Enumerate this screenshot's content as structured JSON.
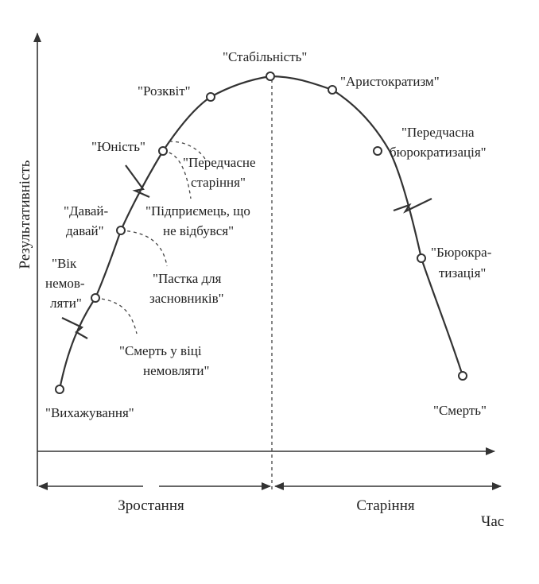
{
  "axes": {
    "y_label": "Результативність",
    "x_label": "Час"
  },
  "phases": {
    "growth": "Зростання",
    "aging": "Старіння"
  },
  "stages": {
    "courtship": "\"Вихажування\"",
    "infancy": [
      "\"Вік",
      "немов-",
      "ляти\""
    ],
    "go_go": [
      "\"Давай-",
      "давай\""
    ],
    "adolescence": "\"Юність\"",
    "prime": "\"Розквіт\"",
    "stability": "\"Стабільність\"",
    "aristocracy": "\"Аристократизм\"",
    "early_bureaucracy": [
      "\"Передчасна",
      "бюрократизація\""
    ],
    "bureaucracy": [
      "\"Бюрокра-",
      "тизація\""
    ],
    "death": "\"Смерть\""
  },
  "traps": {
    "infant_mortality": [
      "\"Смерть у віці",
      "немовляти\""
    ],
    "founder_trap": [
      "\"Пастка для",
      "засновників\""
    ],
    "unfulfilled_entrepreneur": [
      "\"Підприємець, що",
      "не відбувся\""
    ],
    "premature_aging": [
      "\"Передчасне",
      "старіння\""
    ]
  }
}
